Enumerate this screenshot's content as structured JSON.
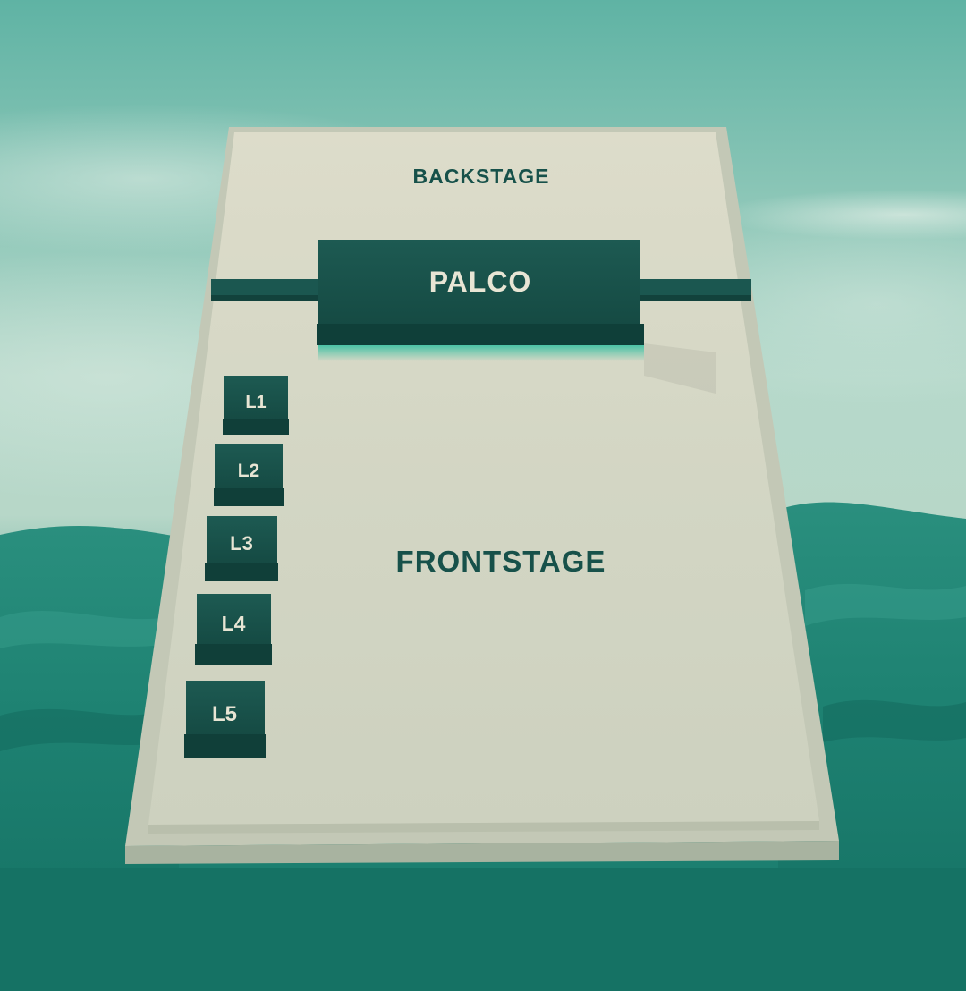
{
  "venue_map": {
    "backstage_label": "BACKSTAGE",
    "stage_label": "PALCO",
    "frontstage_label": "FRONTSTAGE",
    "boxes": [
      {
        "label": "L1"
      },
      {
        "label": "L2"
      },
      {
        "label": "L3"
      },
      {
        "label": "L4"
      },
      {
        "label": "L5"
      }
    ]
  },
  "colors": {
    "dark_green": "#17514a",
    "board": "#d6d8c8",
    "label_light": "#e8e5d4",
    "sea": "#1f8574",
    "sky": "#8ec4b6"
  }
}
